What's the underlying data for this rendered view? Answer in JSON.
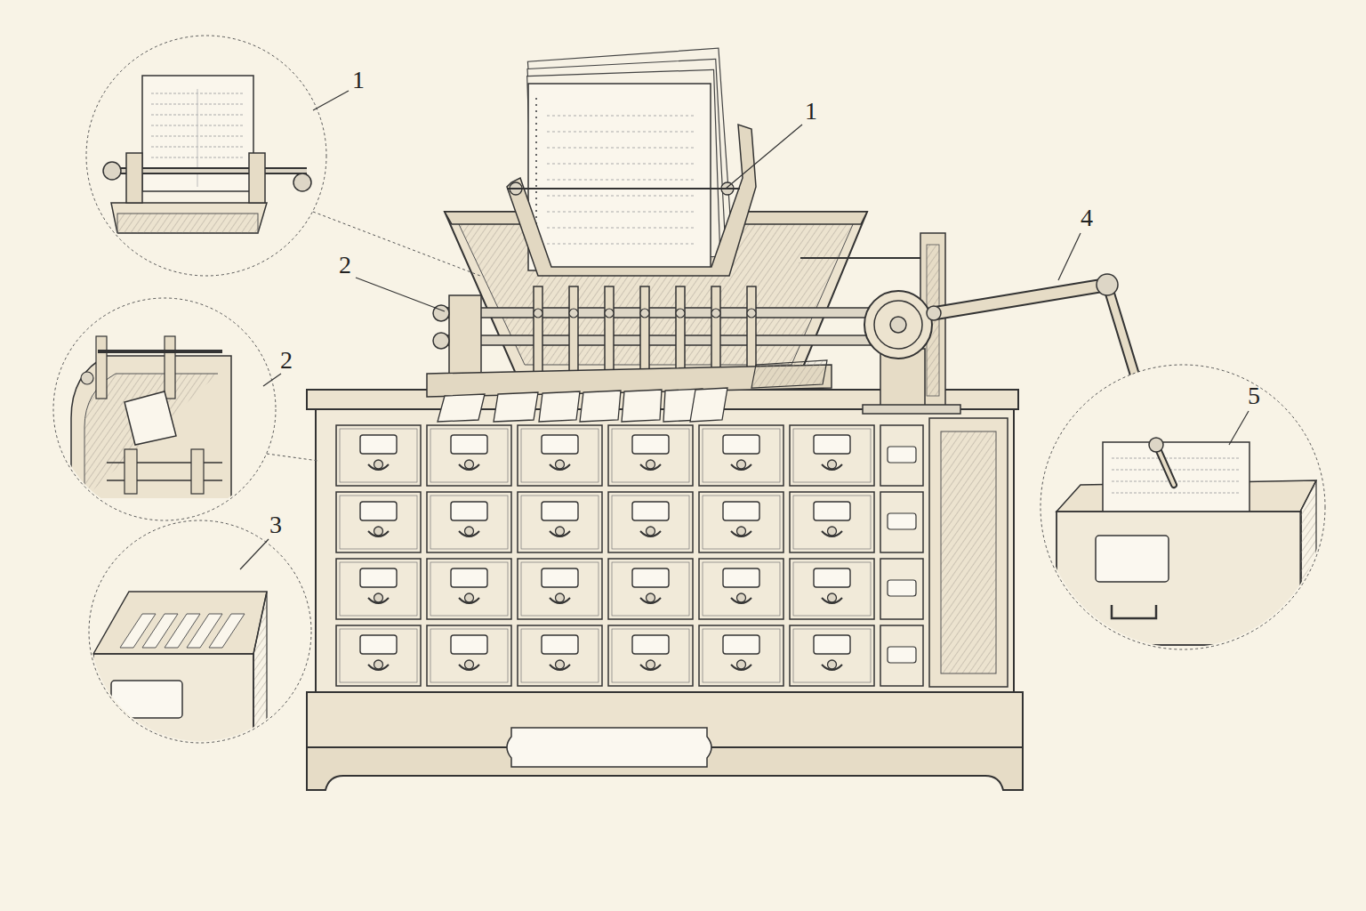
{
  "diagram": {
    "labels": [
      "1",
      "1",
      "4",
      "2",
      "2",
      "5",
      "3"
    ]
  }
}
